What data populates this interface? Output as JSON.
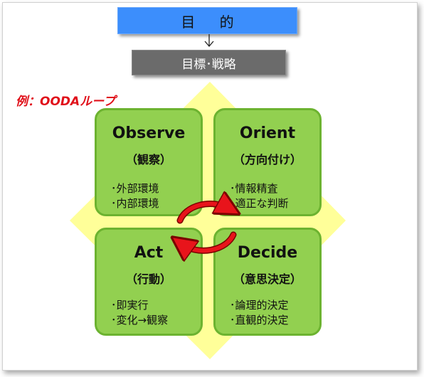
{
  "header": {
    "purpose_label": "目 的",
    "strategy_label": "目標･戦略"
  },
  "example_label": "例：OODAループ",
  "colors": {
    "purpose_fill": "#3c8efc",
    "strategy_fill": "#6b6b6b",
    "quadrant_fill": "#92d050",
    "diamond_fill": "#ffff99",
    "cycle_arrow": "#e8141b",
    "example_text": "#e0101a"
  },
  "quadrants": [
    {
      "title": "Observe",
      "subtitle": "（観察）",
      "items": [
        "･外部環境",
        "･内部環境"
      ]
    },
    {
      "title": "Orient",
      "subtitle": "（方向付け）",
      "items": [
        "･情報精査",
        "･適正な判断"
      ]
    },
    {
      "title": "Act",
      "subtitle": "（行動）",
      "items": [
        "･即実行",
        "･変化→観察"
      ]
    },
    {
      "title": "Decide",
      "subtitle": "（意思決定）",
      "items": [
        "･論理的決定",
        "･直観的決定"
      ]
    }
  ],
  "icons": {
    "connector": "down-arrow-icon",
    "cycle": "cycle-arrow-icon"
  }
}
